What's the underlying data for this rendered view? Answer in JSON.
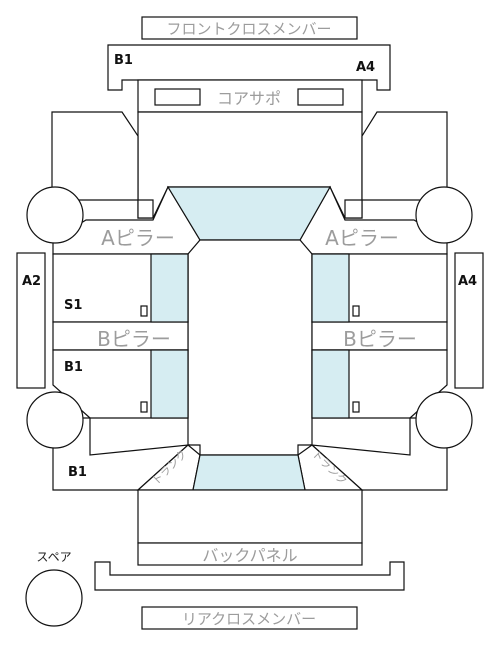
{
  "colors": {
    "glass": "#d6edf2",
    "label_gray": "#9c9c9c",
    "line": "#111111"
  },
  "labels": {
    "front_cross_member": "フロントクロスメンバー",
    "core_support": "コアサポ",
    "a_pillar_left": "Aピラー",
    "a_pillar_right": "Aピラー",
    "b_pillar_left": "Bピラー",
    "b_pillar_right": "Bピラー",
    "back_panel": "バックパネル",
    "rear_cross_member": "リアクロスメンバー",
    "spare": "スペア",
    "trunk_left": "トランク",
    "trunk_right": "トランク"
  },
  "grades": {
    "front_member_left": "B1",
    "front_member_right": "A4",
    "side_left": "A2",
    "side_right": "A4",
    "front_door_left": "S1",
    "rear_door_left": "B1",
    "rear_quarter_left": "B1"
  }
}
